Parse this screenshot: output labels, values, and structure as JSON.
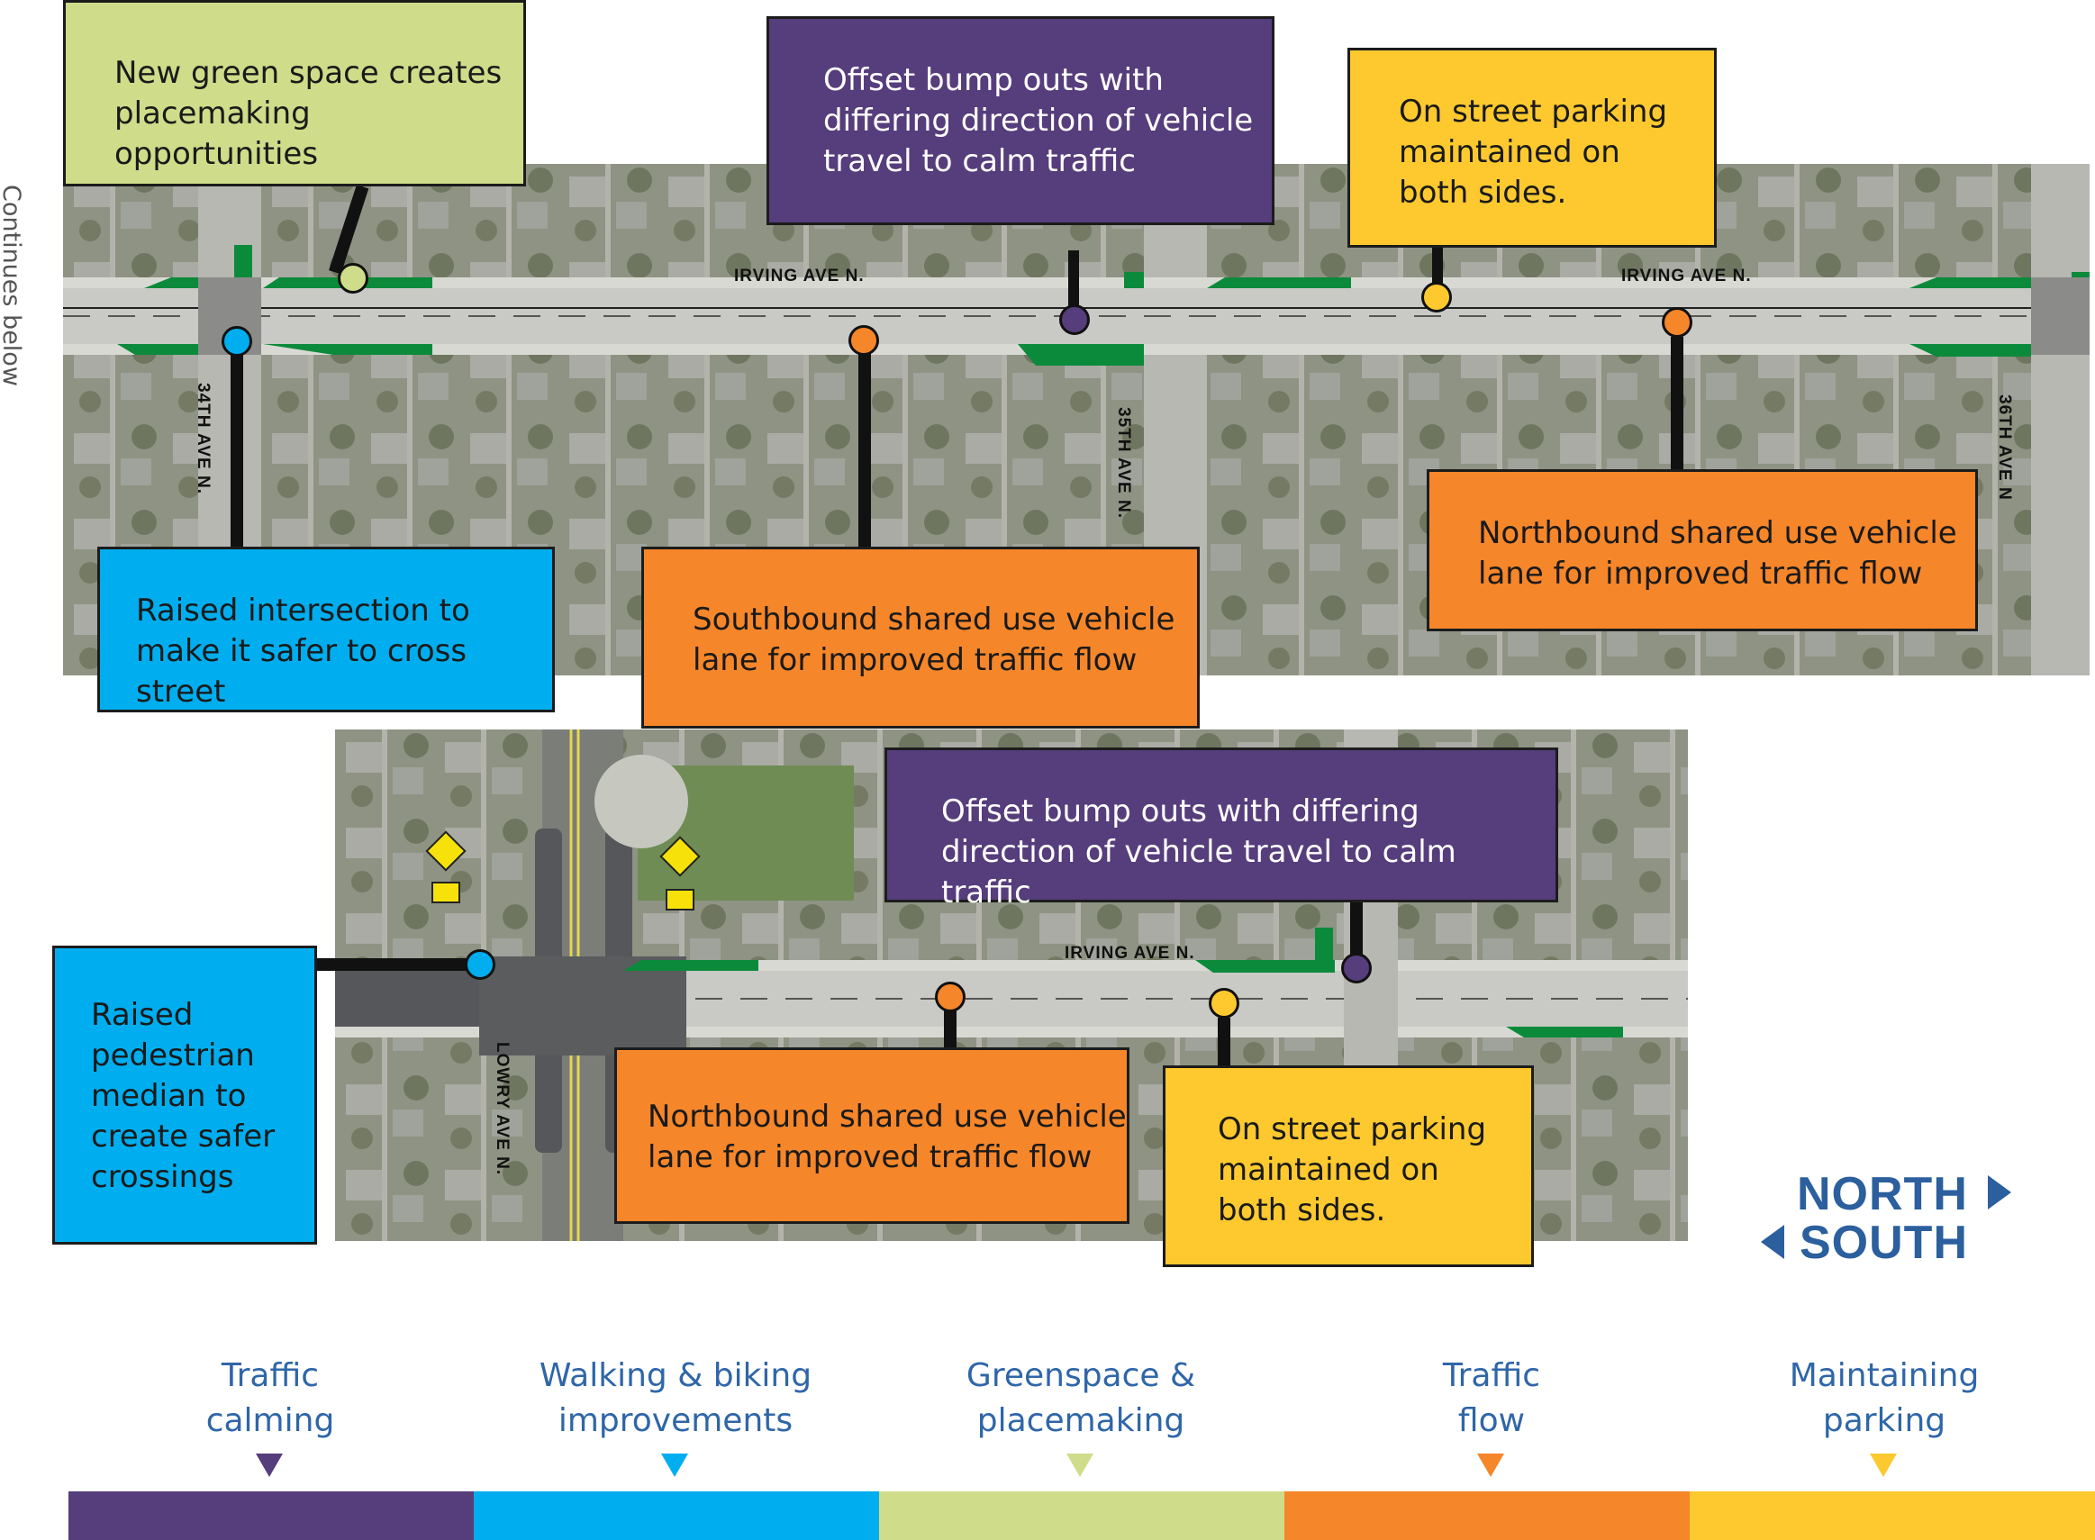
{
  "side_note": "Continues below",
  "streets": {
    "irving_1": "IRVING AVE N.",
    "irving_2": "IRVING AVE N.",
    "irving_3": "IRVING AVE N.",
    "ave_34": "34TH AVE N.",
    "ave_35": "35TH AVE N.",
    "ave_36": "36TH AVE N",
    "lowry": "LOWRY AVE N."
  },
  "callouts": {
    "green_space": "New green space creates\nplacemaking opportunities",
    "offset_top": "Offset bump outs with\ndiffering direction of vehicle\ntravel to calm traffic",
    "parking_top": "On street parking\nmaintained on\nboth sides.",
    "raised_intersection": "Raised intersection to\nmake it safer to cross street",
    "southbound": "Southbound shared use vehicle\nlane for improved traffic flow",
    "northbound_top": "Northbound shared use vehicle\nlane for improved traffic flow",
    "offset_bottom": "Offset bump outs with differing\ndirection of vehicle travel to calm traffic",
    "raised_median": "Raised\npedestrian\nmedian to\ncreate safer\ncrossings",
    "northbound_bottom": "Northbound shared use vehicle\nlane for improved traffic flow",
    "parking_bottom": "On street parking\nmaintained on\nboth sides."
  },
  "direction": {
    "north": "NORTH",
    "south": "SOUTH"
  },
  "legend": [
    {
      "line1": "Traffic",
      "line2": "calming",
      "color": "#563d7c"
    },
    {
      "line1": "Walking & biking",
      "line2": "improvements",
      "color": "#00aeef"
    },
    {
      "line1": "Greenspace &",
      "line2": "placemaking",
      "color": "#cfdc8a"
    },
    {
      "line1": "Traffic",
      "line2": "flow",
      "color": "#f6862a"
    },
    {
      "line1": "Maintaining",
      "line2": "parking",
      "color": "#fdc92f"
    }
  ],
  "colors": {
    "traffic_calming": "#563d7c",
    "walking_biking": "#00aeef",
    "greenspace": "#cfdc8a",
    "traffic_flow": "#f6862a",
    "parking": "#fdc92f",
    "direction_text": "#2b5f9e"
  }
}
